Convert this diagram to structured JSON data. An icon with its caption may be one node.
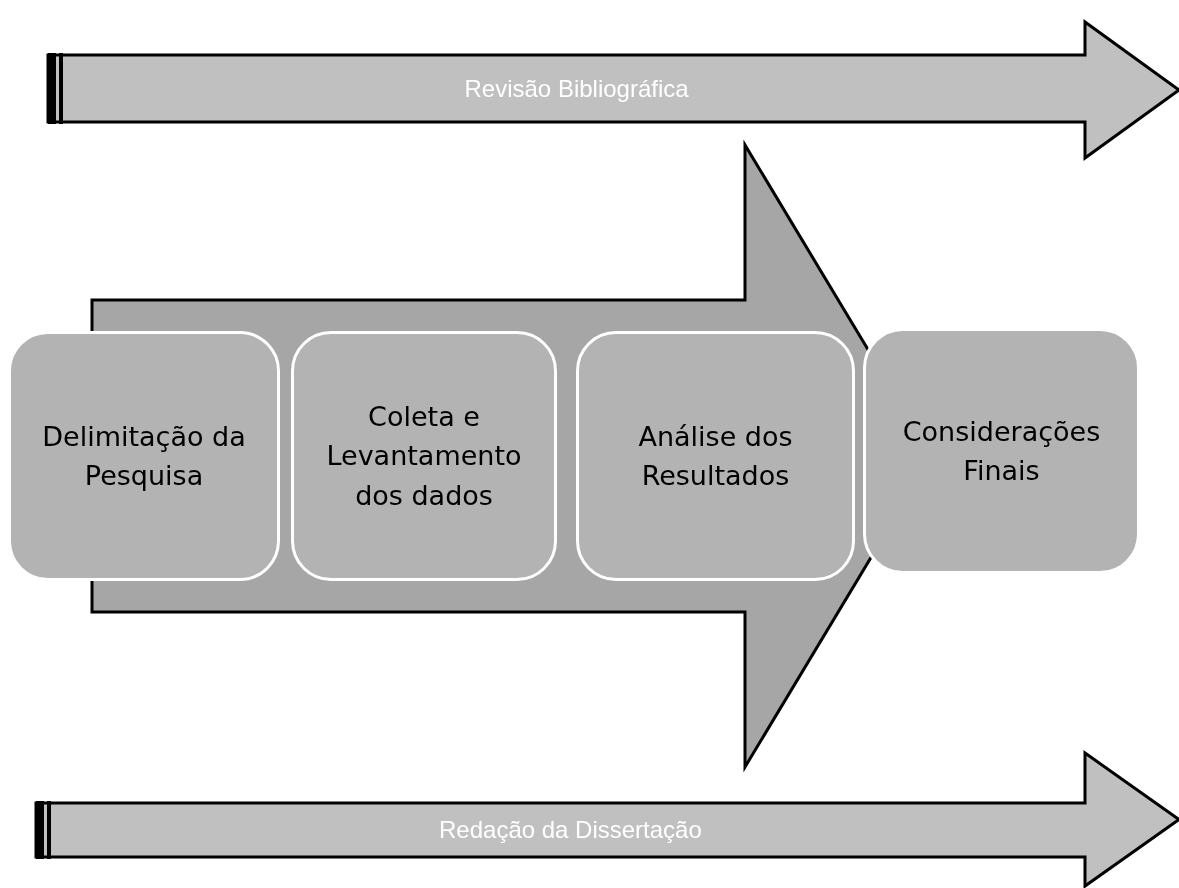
{
  "diagram": {
    "nodes": [
      {
        "text": [
          "Revisão Bibliográfica"
        ]
      },
      {
        "text": [
          "Delimitação da Pesquisa"
        ]
      },
      {
        "text": [
          "Coleta e Levantamento dos dados"
        ]
      },
      {
        "text": [
          "Análise dos Resultados"
        ]
      },
      {
        "text": [
          "Considerações Finais"
        ]
      },
      {
        "text": [
          "Redação da Dissertação"
        ]
      }
    ],
    "edges": [
      {
        "from": 1,
        "to": 4,
        "arrow": "to"
      }
    ]
  }
}
